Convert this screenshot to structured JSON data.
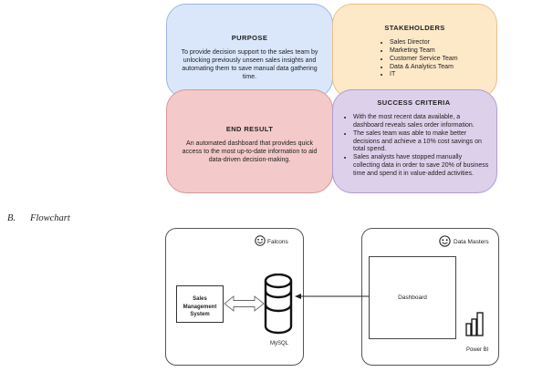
{
  "cards": {
    "purpose": {
      "title": "PURPOSE",
      "text": "To provide decision support to the sales team by unlocking previously unseen sales insights and automating them to save manual data gathering time.",
      "color": "#dae7fb"
    },
    "stakeholders": {
      "title": "STAKEHOLDERS",
      "items": [
        "Sales Director",
        "Marketing Team",
        "Customer Service Team",
        "Data & Analytics Team",
        "IT"
      ],
      "color": "#fde8c8"
    },
    "end_result": {
      "title": "END RESULT",
      "text": "An automated dashboard that provides quick access to the most up-to-date information to aid data-driven decision-making.",
      "color": "#f4c9c9"
    },
    "success_criteria": {
      "title": "SUCCESS CRITERIA",
      "items": [
        "With the most recent data available, a dashboard reveals sales order information.",
        "The sales team was able to make better decisions and achieve a 10% cost savings on total spend.",
        "Sales analysts have stopped manually collecting data in order to save 20% of business time and spend it in value-added activities."
      ],
      "color": "#ddd0eb"
    }
  },
  "section": {
    "number": "B.",
    "title": "Flowchart"
  },
  "flowchart": {
    "left_panel": {
      "title": "Falcons",
      "icon": "smiley-face-icon",
      "source_box": "Sales Management System",
      "database_label": "MySQL",
      "database_icon": "database-cylinder-icon"
    },
    "right_panel": {
      "title": "Data Masters",
      "icon": "smiley-face-icon",
      "dashboard_box": "Dashboard",
      "tool_label": "Power BI",
      "tool_icon": "power-bi-icon"
    }
  }
}
